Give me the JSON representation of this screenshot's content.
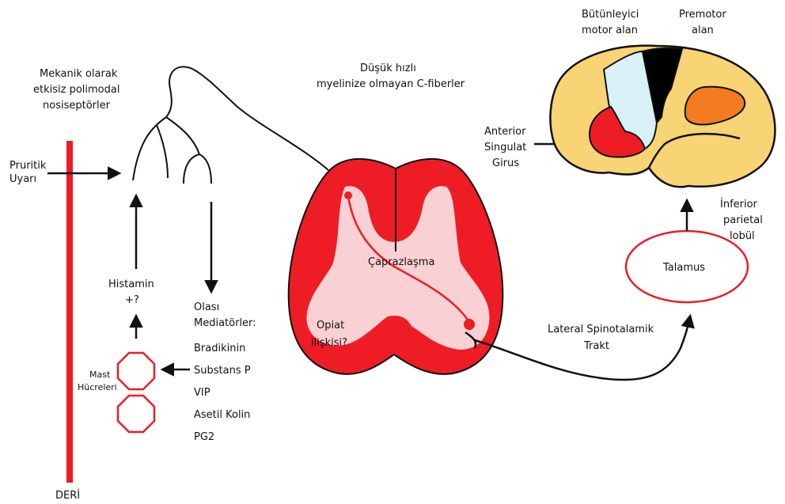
{
  "labels": {
    "nociceptor": [
      "Mekanik olarak",
      "etkisiz polimodal",
      "nosiseptörler"
    ],
    "pruritic": [
      "Pruritik",
      "Uyarı"
    ],
    "histamine": [
      "Histamin",
      "+?"
    ],
    "mediators_title": [
      "Olası",
      "Mediatörler:"
    ],
    "mediators": [
      "Bradikinin",
      "Substans P",
      "VIP",
      "Asetil Kolin",
      "PG2"
    ],
    "mast_cells": [
      "Mast",
      "Hücreleri"
    ],
    "skin": "DERİ",
    "c_fibers": [
      "Düşük hızlı",
      "myelinize olmayan C-fiberler"
    ],
    "decussation": "Çaprazlaşma",
    "opiate": [
      "Opiat",
      "ilişkisi?"
    ],
    "spinothalamic": [
      "Lateral Spinotalamik",
      "Trakt"
    ],
    "thalamus": "Talamus",
    "integrative_motor": [
      "Bütünleyici",
      "motor alan"
    ],
    "premotor": [
      "Premotor",
      "alan"
    ],
    "anterior_cingulate": [
      "Anterior",
      "Singulat",
      "Girus"
    ],
    "inferior_parietal": [
      "İnferior",
      "parietal",
      "lobül"
    ]
  },
  "colors": {
    "skin_line": "#ee1c25",
    "spinal_cord": "#ee1c25",
    "gray_matter": "#f9d0d3",
    "brain_fill": "#f8d474",
    "cingulate": "#ee1c25",
    "motor_area": "#d8f1f7",
    "premotor_dark": "#000000",
    "premotor_orange": "#f47c20",
    "thalamus_outline": "#ee1c25",
    "mast_outline": "#ee1c25"
  }
}
